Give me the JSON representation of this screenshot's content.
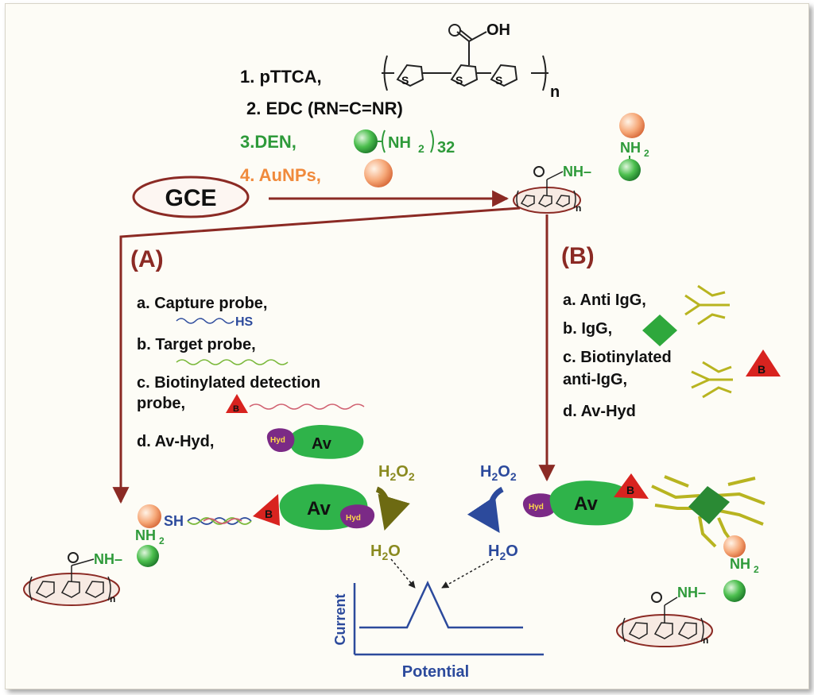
{
  "steps": {
    "s1": "1. pTTCA,",
    "s2": "2. EDC (RN=C=NR)",
    "s3": "3.DEN,",
    "s4": "4. AuNPs,",
    "polymer_n": "n",
    "cooh_oh": "OH",
    "den_nh": "NH",
    "den_sub": "2",
    "den_count": "32"
  },
  "electrode": {
    "label": "GCE"
  },
  "mod": {
    "nh": "NH",
    "nh_sub": "2",
    "nh_link": "NH–",
    "n": "n",
    "s": "S"
  },
  "panel_a": {
    "heading": "(A)",
    "a": "a. Capture probe,",
    "hs": "HS",
    "b": "b. Target probe,",
    "c1": "c. Biotinylated detection",
    "c2": "probe,",
    "d": "d. Av-Hyd,"
  },
  "panel_b": {
    "heading": "(B)",
    "a": "a. Anti IgG,",
    "b": "b. IgG,",
    "c1": "c. Biotinylated",
    "c2": "anti-IgG,",
    "d": "d. Av-Hyd"
  },
  "labels": {
    "hyd": "Hyd",
    "av": "Av",
    "biotin": "B",
    "sh": "SH",
    "h2o2_h": "H",
    "h2o2_o": "O",
    "sub2": "2",
    "h2o_h": "H",
    "h2o_o": "O"
  },
  "plot": {
    "ylabel": "Current",
    "xlabel": "Potential"
  },
  "colors": {
    "arrow": "#8b2a24",
    "polymer": "#222222",
    "den": "#3cb043",
    "au": "#f4a070",
    "orange_text": "#f08a3c",
    "green_text": "#2e9a3a",
    "blue": "#2c4a9c",
    "olive": "#8a8a20",
    "av_green": "#2fb34a",
    "hyd_purple": "#7b2a86",
    "antibody": "#c8c436",
    "biotin_red": "#d8231f"
  }
}
